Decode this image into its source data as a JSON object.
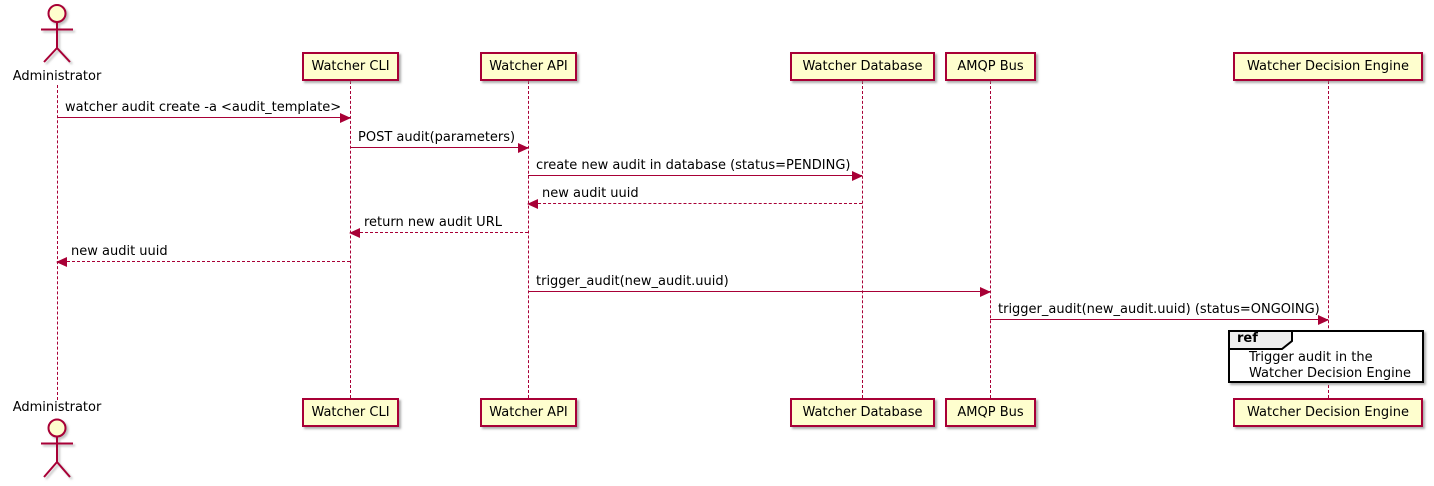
{
  "diagram": {
    "type": "sequence",
    "colors": {
      "participant_fill": "#FEFECE",
      "participant_border": "#A80036",
      "line": "#A80036",
      "text": "#000000",
      "ref_border": "#000000",
      "ref_header_fill": "#EEEEEE",
      "background": "#FFFFFF"
    },
    "participants": [
      {
        "name": "Administrator",
        "type": "actor"
      },
      {
        "name": "Watcher CLI",
        "type": "box"
      },
      {
        "name": "Watcher API",
        "type": "box"
      },
      {
        "name": "Watcher Database",
        "type": "box"
      },
      {
        "name": "AMQP Bus",
        "type": "box"
      },
      {
        "name": "Watcher Decision Engine",
        "type": "box"
      }
    ],
    "messages": [
      {
        "seq": 1,
        "text": "watcher audit create -a <audit_template>",
        "from": "Administrator",
        "to": "Watcher CLI",
        "line": "solid"
      },
      {
        "seq": 2,
        "text": "POST audit(parameters)",
        "from": "Watcher CLI",
        "to": "Watcher API",
        "line": "solid"
      },
      {
        "seq": 3,
        "text": "create new audit in database (status=PENDING)",
        "from": "Watcher API",
        "to": "Watcher Database",
        "line": "solid"
      },
      {
        "seq": 4,
        "text": "new audit uuid",
        "from": "Watcher Database",
        "to": "Watcher API",
        "line": "dashed"
      },
      {
        "seq": 5,
        "text": "return new audit URL",
        "from": "Watcher API",
        "to": "Watcher CLI",
        "line": "dashed"
      },
      {
        "seq": 6,
        "text": "new audit uuid",
        "from": "Watcher CLI",
        "to": "Administrator",
        "line": "dashed"
      },
      {
        "seq": 7,
        "text": "trigger_audit(new_audit.uuid)",
        "from": "Watcher API",
        "to": "AMQP Bus",
        "line": "solid"
      },
      {
        "seq": 8,
        "text": "trigger_audit(new_audit.uuid) (status=ONGOING)",
        "from": "AMQP Bus",
        "to": "Watcher Decision Engine",
        "line": "solid"
      }
    ],
    "ref": {
      "keyword": "ref",
      "lines": [
        "Trigger audit in the",
        "Watcher Decision Engine"
      ]
    }
  }
}
